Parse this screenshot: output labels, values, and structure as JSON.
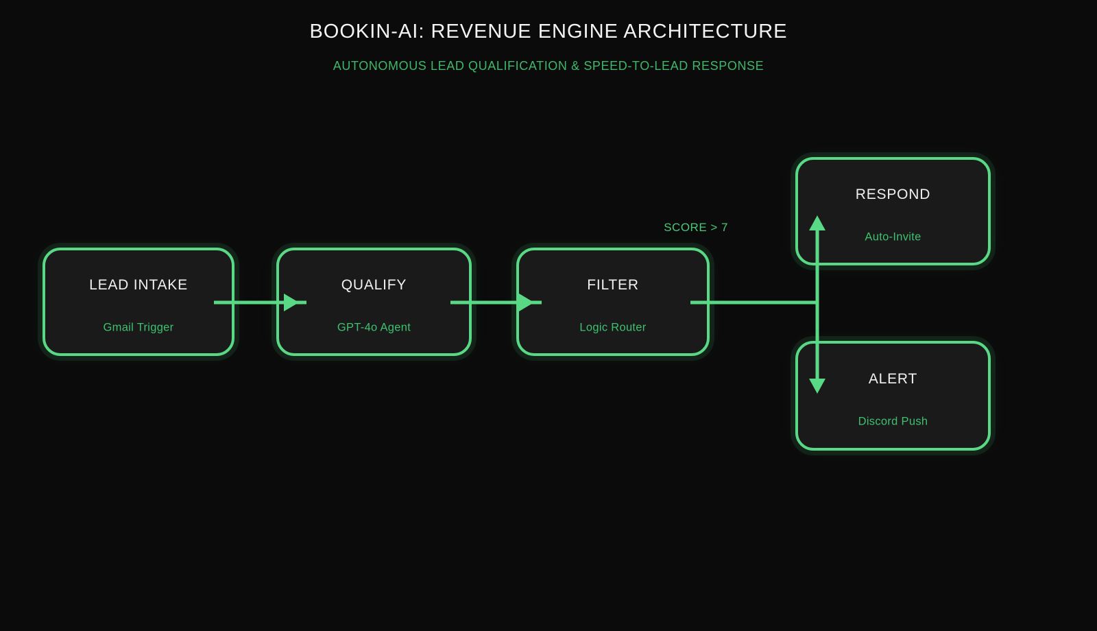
{
  "header": {
    "title": "BOOKIN-AI: REVENUE ENGINE ARCHITECTURE",
    "subtitle": "AUTONOMOUS LEAD QUALIFICATION & SPEED-TO-LEAD RESPONSE"
  },
  "diagram": {
    "nodes": [
      {
        "id": "lead-intake",
        "label": "LEAD INTAKE",
        "sublabel": "Gmail Trigger"
      },
      {
        "id": "qualify",
        "label": "QUALIFY",
        "sublabel": "GPT-4o Agent"
      },
      {
        "id": "filter",
        "label": "FILTER",
        "sublabel": "Logic Router"
      },
      {
        "id": "respond",
        "label": "RESPOND",
        "sublabel": "Auto-Invite"
      },
      {
        "id": "alert",
        "label": "ALERT",
        "sublabel": "Discord Push"
      }
    ],
    "edges": [
      {
        "from": "lead-intake",
        "to": "qualify",
        "type": "arrow"
      },
      {
        "from": "qualify",
        "to": "filter",
        "type": "arrow"
      },
      {
        "from": "filter",
        "to": "respond",
        "type": "arrow"
      },
      {
        "from": "filter",
        "to": "alert",
        "type": "arrow"
      }
    ],
    "edge_label": "SCORE > 7"
  },
  "colors": {
    "background": "#0b0b0b",
    "node_fill": "#1a1a1a",
    "accent_green": "#59d985",
    "text_green": "#3ec06f",
    "heading_white": "#f4f4f4"
  }
}
